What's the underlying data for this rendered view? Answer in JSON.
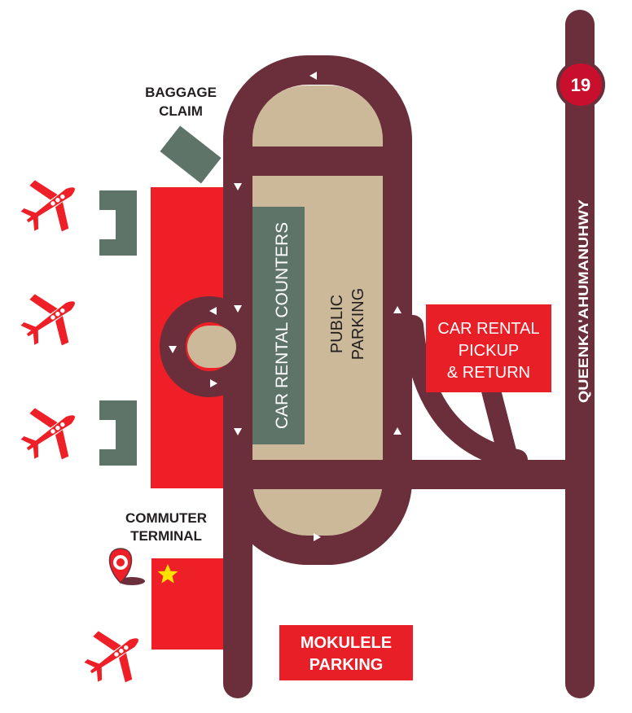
{
  "labels": {
    "baggage_claim": [
      "BAGGAGE",
      "CLAIM"
    ],
    "commuter_terminal": [
      "COMMUTER",
      "TERMINAL"
    ],
    "car_rental_counters": "CAR RENTAL COUNTERS",
    "public_parking": [
      "PUBLIC",
      "PARKING"
    ],
    "car_rental_pickup": [
      "CAR RENTAL",
      "PICKUP",
      "& RETURN"
    ],
    "highway_name": "QUEENKA'AHUMANUHWY",
    "highway_number": "19",
    "mokulele_parking": [
      "MOKULELE",
      "PARKING"
    ]
  },
  "icons": {
    "airplane": "airplane-icon",
    "arrow": "direction-arrow-icon",
    "location_pin": "location-pin-icon",
    "star": "star-icon"
  },
  "colors": {
    "road": "#6b2f3b",
    "terminal": "#ee1f26",
    "gate": "#5f7469",
    "parking_lot": "#cbb99a",
    "label_red": "#e81f27",
    "text_dark": "#231f20",
    "star": "#ffe000",
    "white": "#ffffff"
  }
}
